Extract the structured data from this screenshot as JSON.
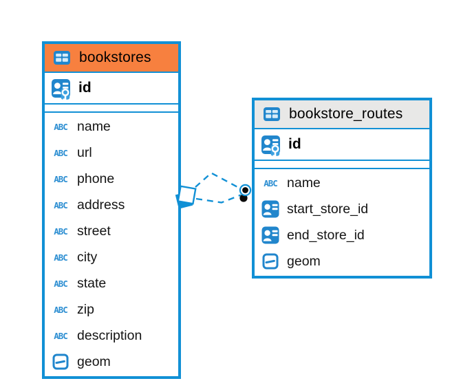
{
  "colors": {
    "border_blue": "#1190D5",
    "icon_blue": "#2186CC",
    "header_orange": "#F7803F",
    "header_gray": "#E8E8E7",
    "text": "#111111"
  },
  "tables": [
    {
      "name": "bookstores",
      "header_style": "orange",
      "primary_key": {
        "name": "id"
      },
      "columns": [
        {
          "name": "name",
          "type": "text"
        },
        {
          "name": "url",
          "type": "text"
        },
        {
          "name": "phone",
          "type": "text"
        },
        {
          "name": "address",
          "type": "text"
        },
        {
          "name": "street",
          "type": "text"
        },
        {
          "name": "city",
          "type": "text"
        },
        {
          "name": "state",
          "type": "text"
        },
        {
          "name": "zip",
          "type": "text"
        },
        {
          "name": "description",
          "type": "text"
        },
        {
          "name": "geom",
          "type": "geometry"
        }
      ]
    },
    {
      "name": "bookstore_routes",
      "header_style": "gray",
      "primary_key": {
        "name": "id"
      },
      "columns": [
        {
          "name": "name",
          "type": "text"
        },
        {
          "name": "start_store_id",
          "type": "reference"
        },
        {
          "name": "end_store_id",
          "type": "reference"
        },
        {
          "name": "geom",
          "type": "geometry"
        }
      ]
    }
  ],
  "type_icon_label": "ABC",
  "relationship": {
    "type": "foreign-key",
    "style": "dashed",
    "from_table": "bookstores",
    "to_table": "bookstore_routes",
    "line_count": 2
  }
}
